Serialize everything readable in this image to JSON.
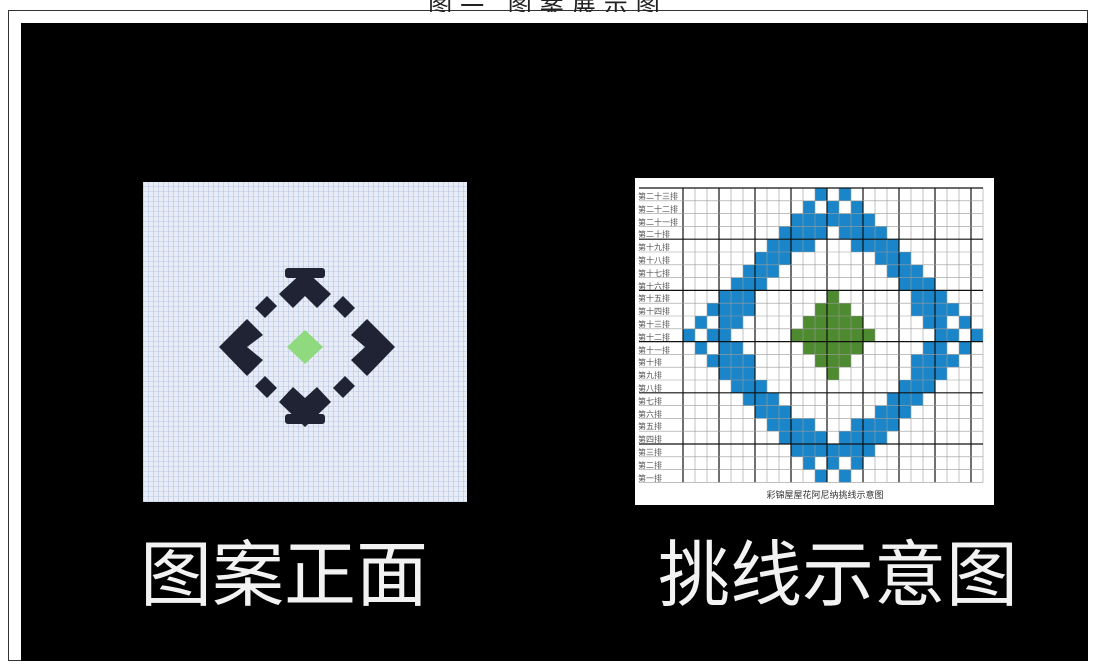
{
  "top_caption": "图一 图案展示图",
  "left_caption": "图案正面",
  "right_caption": "挑线示意图",
  "chart_caption": "彩锦屋屋花阿尼纳挑线示意图",
  "row_labels": [
    "第二十三排",
    "第二十二排",
    "第二十一排",
    "第二十排",
    "第十九排",
    "第十八排",
    "第十七排",
    "第十六排",
    "第十五排",
    "第十四排",
    "第十三排",
    "第十二排",
    "第十一排",
    "第十排",
    "第九排",
    "第八排",
    "第七排",
    "第六排",
    "第五排",
    "第四排",
    "第三排",
    "第二排",
    "第一排"
  ],
  "colors": {
    "background": "#000000",
    "fabric": "#e7ecf7",
    "dark_thread": "#1f2333",
    "green_thread": "#8fd97f",
    "blue_cell": "#1a86c9",
    "green_cell": "#4e8a2f",
    "caption_text": "#f2f2f2"
  }
}
